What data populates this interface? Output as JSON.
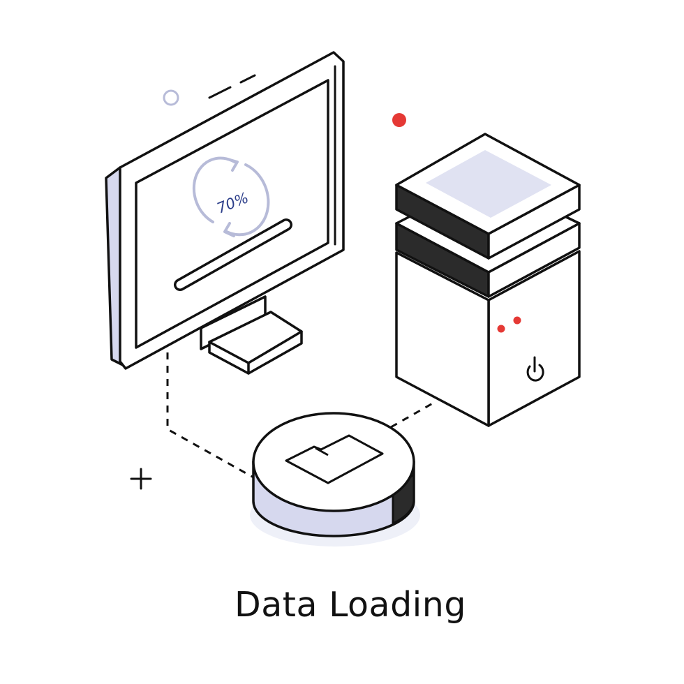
{
  "illustration": {
    "caption": "Data Loading",
    "monitor": {
      "progress_label": "70%",
      "progress": 0.7,
      "icons": [
        "refresh-icon"
      ]
    },
    "server": {
      "icons": [
        "power-icon"
      ],
      "status_lights": 2
    },
    "storage_disc": {
      "icons": [
        "folder-icon"
      ]
    },
    "colors": {
      "outline": "#111111",
      "accent_fill": "#d6d8ee",
      "light_fill": "#e9eaf5",
      "status_red": "#e53935",
      "dark_band": "#2b2b2b"
    }
  }
}
